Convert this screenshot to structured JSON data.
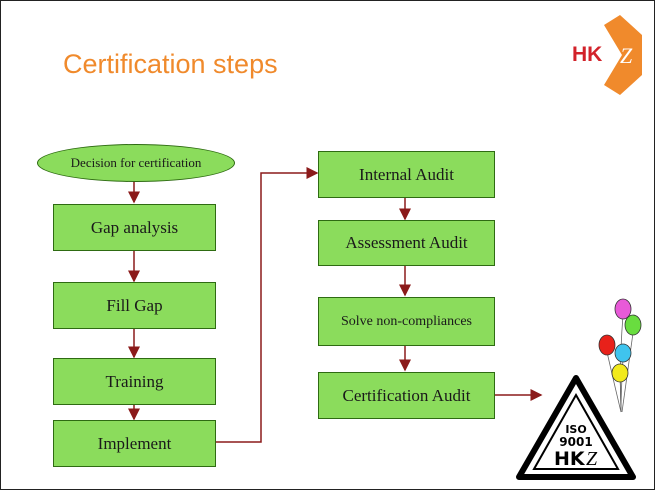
{
  "slide": {
    "title": "Certification steps",
    "logo_text": "HK",
    "logo_letter": "Z"
  },
  "flow": {
    "start": "Decision  for certification",
    "left_steps": [
      "Gap analysis",
      "Fill Gap",
      "Training",
      "Implement"
    ],
    "right_steps": [
      "Internal Audit",
      "Assessment Audit",
      "Solve non-compliances",
      "Certification Audit"
    ]
  },
  "badge": {
    "line1": "ISO",
    "line2": "9001",
    "line3": "HK",
    "line3b": "Z"
  },
  "colors": {
    "title": "#f08a2c",
    "box_fill": "#8bdc5c",
    "arrow": "#8b1a1a",
    "logo_orange": "#f08a2c"
  }
}
